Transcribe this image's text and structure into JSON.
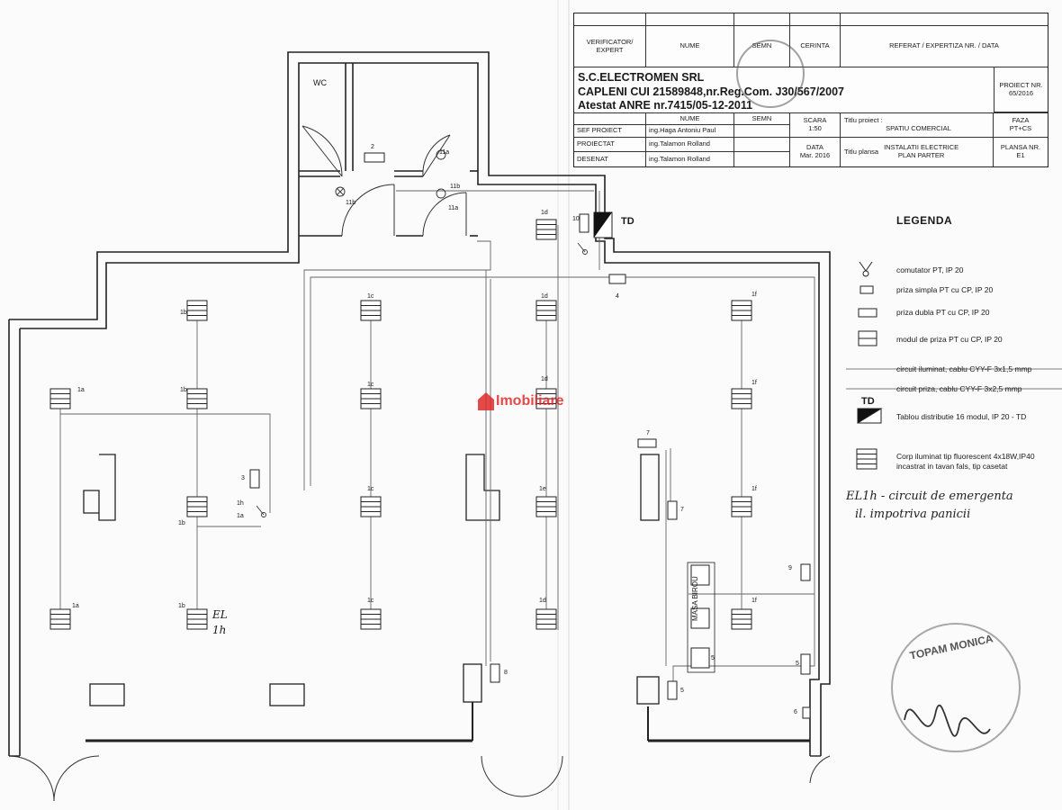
{
  "title_block": {
    "header": {
      "verificator": "VERIFICATOR/ EXPERT",
      "nume": "NUME",
      "semn": "SEMN",
      "cerinta": "CERINTA",
      "referat": "REFERAT / EXPERTIZA NR. / DATA"
    },
    "company": {
      "line1": "S.C.ELECTROMEN SRL",
      "line2": "CAPLENI  CUI 21589848,nr.Reg.Com. J30/567/2007",
      "line3": "Atestat ANRE nr.7415/05-12-2011"
    },
    "proiect_nr": {
      "label": "PROIECT NR.",
      "value": "65/2016"
    },
    "col_nume": "NUME",
    "col_semn": "SEMN",
    "scara": {
      "label": "SCARA",
      "value": "1:50"
    },
    "titlu_proiect": {
      "label": "Titlu proiect :",
      "value": "SPATIU COMERCIAL"
    },
    "faza": {
      "label": "FAZA",
      "value": "PT+CS"
    },
    "rows": [
      {
        "role": "SEF PROIECT",
        "name": "ing.Haga Antoniu Paul"
      },
      {
        "role": "PROIECTAT",
        "name": "ing.Talamon Rolland"
      },
      {
        "role": "DESENAT",
        "name": "ing.Talamon Rolland"
      }
    ],
    "data": {
      "label": "DATA",
      "value": "Mar. 2016"
    },
    "titlu_plansa": {
      "label": "Titlu  plansa",
      "line1": "INSTALATII ELECTRICE",
      "line2": "PLAN PARTER"
    },
    "plansa_nr": {
      "label": "PLANSA NR.",
      "value": "E1"
    }
  },
  "plan": {
    "wc_label": "WC",
    "td_label": "TD",
    "circuit_labels": [
      "1a",
      "1b",
      "1c",
      "1d",
      "1e",
      "1f",
      "1h",
      "2",
      "3",
      "4",
      "5",
      "6",
      "7",
      "8",
      "9",
      "10",
      "11a",
      "11b"
    ],
    "masa_birou": "MASA BIROU",
    "handwritten_el": "EL",
    "handwritten_1h": "1h"
  },
  "legend": {
    "title": "LEGENDA",
    "items": [
      {
        "text": "comutator PT, IP 20"
      },
      {
        "text": "priza simpla PT cu CP, IP 20"
      },
      {
        "text": "priza dubla PT cu CP, IP 20"
      },
      {
        "text": "modul de priza PT cu CP, IP 20"
      },
      {
        "text": "circuit iluminat, cablu CYY-F 3x1,5 mmp"
      },
      {
        "text": "circuit priza, cablu CYY-F 3x2,5 mmp"
      },
      {
        "text": "Tablou distributie 16 modul, IP 20 - TD",
        "sym": "TD"
      },
      {
        "text": "Corp iluminat tip fluorescent 4x18W,IP40",
        "text2": "incastrat in tavan fals, tip casetat"
      }
    ]
  },
  "handwritten_note": {
    "line1": "EL1h - circuit de emergenta",
    "line2": "il. impotriva panicii"
  },
  "watermark": "Imobiliare",
  "stamp": {
    "name": "TOPAM MONICA"
  }
}
